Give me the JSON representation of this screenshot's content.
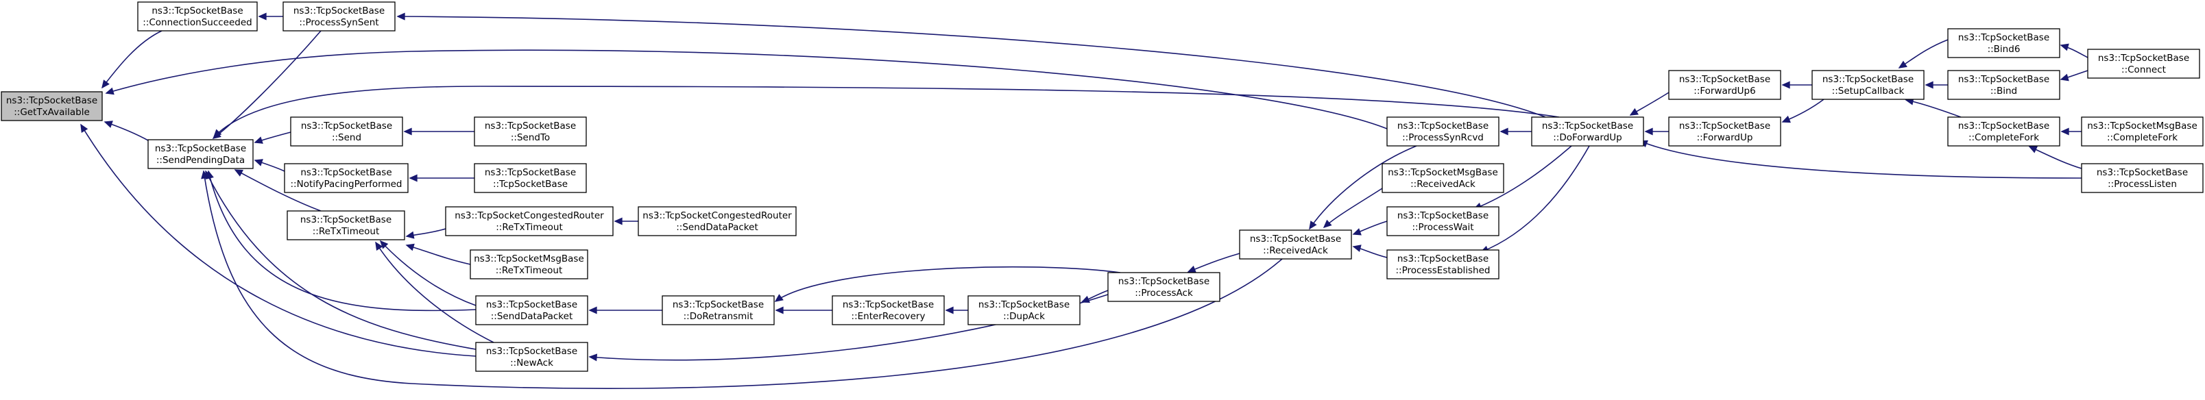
{
  "graph": {
    "edge_color": "#191970",
    "node_border_color": "#000000",
    "root_fill_color": "#bfbfbf",
    "node_fill_color": "#ffffff",
    "nodes": [
      {
        "id": "GetTxAvailable",
        "line1": "ns3::TcpSocketBase",
        "line2": "::GetTxAvailable",
        "root": true
      },
      {
        "id": "ConnectionSucceeded",
        "line1": "ns3::TcpSocketBase",
        "line2": "::ConnectionSucceeded"
      },
      {
        "id": "ProcessSynSent",
        "line1": "ns3::TcpSocketBase",
        "line2": "::ProcessSynSent"
      },
      {
        "id": "SendPendingData",
        "line1": "ns3::TcpSocketBase",
        "line2": "::SendPendingData"
      },
      {
        "id": "Send",
        "line1": "ns3::TcpSocketBase",
        "line2": "::Send"
      },
      {
        "id": "SendTo",
        "line1": "ns3::TcpSocketBase",
        "line2": "::SendTo"
      },
      {
        "id": "NotifyPacingPerformed",
        "line1": "ns3::TcpSocketBase",
        "line2": "::NotifyPacingPerformed"
      },
      {
        "id": "TcpSocketBaseCtor",
        "line1": "ns3::TcpSocketBase",
        "line2": "::TcpSocketBase"
      },
      {
        "id": "ReTxTimeout",
        "line1": "ns3::TcpSocketBase",
        "line2": "::ReTxTimeout"
      },
      {
        "id": "CRReTxTimeout",
        "line1": "ns3::TcpSocketCongestedRouter",
        "line2": "::ReTxTimeout"
      },
      {
        "id": "CRSendDataPacket",
        "line1": "ns3::TcpSocketCongestedRouter",
        "line2": "::SendDataPacket"
      },
      {
        "id": "MsgReTxTimeout",
        "line1": "ns3::TcpSocketMsgBase",
        "line2": "::ReTxTimeout"
      },
      {
        "id": "SendDataPacket",
        "line1": "ns3::TcpSocketBase",
        "line2": "::SendDataPacket"
      },
      {
        "id": "NewAck",
        "line1": "ns3::TcpSocketBase",
        "line2": "::NewAck"
      },
      {
        "id": "DoRetransmit",
        "line1": "ns3::TcpSocketBase",
        "line2": "::DoRetransmit"
      },
      {
        "id": "EnterRecovery",
        "line1": "ns3::TcpSocketBase",
        "line2": "::EnterRecovery"
      },
      {
        "id": "DupAck",
        "line1": "ns3::TcpSocketBase",
        "line2": "::DupAck"
      },
      {
        "id": "ProcessAck",
        "line1": "ns3::TcpSocketBase",
        "line2": "::ProcessAck"
      },
      {
        "id": "ReceivedAck",
        "line1": "ns3::TcpSocketBase",
        "line2": "::ReceivedAck"
      },
      {
        "id": "ProcessSynRcvd",
        "line1": "ns3::TcpSocketBase",
        "line2": "::ProcessSynRcvd"
      },
      {
        "id": "MsgReceivedAck",
        "line1": "ns3::TcpSocketMsgBase",
        "line2": "::ReceivedAck"
      },
      {
        "id": "ProcessWait",
        "line1": "ns3::TcpSocketBase",
        "line2": "::ProcessWait"
      },
      {
        "id": "ProcessEstablished",
        "line1": "ns3::TcpSocketBase",
        "line2": "::ProcessEstablished"
      },
      {
        "id": "DoForwardUp",
        "line1": "ns3::TcpSocketBase",
        "line2": "::DoForwardUp"
      },
      {
        "id": "ForwardUp6",
        "line1": "ns3::TcpSocketBase",
        "line2": "::ForwardUp6"
      },
      {
        "id": "ForwardUp",
        "line1": "ns3::TcpSocketBase",
        "line2": "::ForwardUp"
      },
      {
        "id": "SetupCallback",
        "line1": "ns3::TcpSocketBase",
        "line2": "::SetupCallback"
      },
      {
        "id": "Bind6",
        "line1": "ns3::TcpSocketBase",
        "line2": "::Bind6"
      },
      {
        "id": "Bind",
        "line1": "ns3::TcpSocketBase",
        "line2": "::Bind"
      },
      {
        "id": "CompleteFork",
        "line1": "ns3::TcpSocketBase",
        "line2": "::CompleteFork"
      },
      {
        "id": "Connect",
        "line1": "ns3::TcpSocketBase",
        "line2": "::Connect"
      },
      {
        "id": "MsgCompleteFork",
        "line1": "ns3::TcpSocketMsgBase",
        "line2": "::CompleteFork"
      },
      {
        "id": "ProcessListen",
        "line1": "ns3::TcpSocketBase",
        "line2": "::ProcessListen"
      }
    ],
    "edges": [
      {
        "from": "ConnectionSucceeded",
        "to": "GetTxAvailable"
      },
      {
        "from": "SendPendingData",
        "to": "GetTxAvailable"
      },
      {
        "from": "ProcessSynRcvd",
        "to": "GetTxAvailable"
      },
      {
        "from": "NewAck",
        "to": "GetTxAvailable"
      },
      {
        "from": "ProcessSynSent",
        "to": "ConnectionSucceeded"
      },
      {
        "from": "DoForwardUp",
        "to": "ProcessSynSent"
      },
      {
        "from": "ProcessSynSent",
        "to": "SendPendingData"
      },
      {
        "from": "DoForwardUp",
        "to": "SendPendingData"
      },
      {
        "from": "Send",
        "to": "SendPendingData"
      },
      {
        "from": "NotifyPacingPerformed",
        "to": "SendPendingData"
      },
      {
        "from": "ReTxTimeout",
        "to": "SendPendingData"
      },
      {
        "from": "SendDataPacket",
        "to": "SendPendingData"
      },
      {
        "from": "NewAck",
        "to": "SendPendingData"
      },
      {
        "from": "ReceivedAck",
        "to": "SendPendingData"
      },
      {
        "from": "SendTo",
        "to": "Send"
      },
      {
        "from": "TcpSocketBaseCtor",
        "to": "NotifyPacingPerformed"
      },
      {
        "from": "CRReTxTimeout",
        "to": "ReTxTimeout"
      },
      {
        "from": "MsgReTxTimeout",
        "to": "ReTxTimeout"
      },
      {
        "from": "SendDataPacket",
        "to": "ReTxTimeout"
      },
      {
        "from": "NewAck",
        "to": "ReTxTimeout"
      },
      {
        "from": "CRSendDataPacket",
        "to": "CRReTxTimeout"
      },
      {
        "from": "DoRetransmit",
        "to": "SendDataPacket"
      },
      {
        "from": "ProcessAck",
        "to": "NewAck"
      },
      {
        "from": "ProcessAck",
        "to": "DoRetransmit"
      },
      {
        "from": "EnterRecovery",
        "to": "DoRetransmit"
      },
      {
        "from": "DupAck",
        "to": "EnterRecovery"
      },
      {
        "from": "ProcessAck",
        "to": "DupAck"
      },
      {
        "from": "ReceivedAck",
        "to": "ProcessAck"
      },
      {
        "from": "ProcessSynRcvd",
        "to": "ReceivedAck"
      },
      {
        "from": "MsgReceivedAck",
        "to": "ReceivedAck"
      },
      {
        "from": "ProcessWait",
        "to": "ReceivedAck"
      },
      {
        "from": "ProcessEstablished",
        "to": "ReceivedAck"
      },
      {
        "from": "DoForwardUp",
        "to": "ProcessSynRcvd"
      },
      {
        "from": "DoForwardUp",
        "to": "ProcessWait"
      },
      {
        "from": "DoForwardUp",
        "to": "ProcessEstablished"
      },
      {
        "from": "ForwardUp6",
        "to": "DoForwardUp"
      },
      {
        "from": "ForwardUp",
        "to": "DoForwardUp"
      },
      {
        "from": "ProcessListen",
        "to": "DoForwardUp"
      },
      {
        "from": "SetupCallback",
        "to": "ForwardUp6"
      },
      {
        "from": "SetupCallback",
        "to": "ForwardUp"
      },
      {
        "from": "Bind6",
        "to": "SetupCallback"
      },
      {
        "from": "Bind",
        "to": "SetupCallback"
      },
      {
        "from": "CompleteFork",
        "to": "SetupCallback"
      },
      {
        "from": "Connect",
        "to": "Bind6"
      },
      {
        "from": "Connect",
        "to": "Bind"
      },
      {
        "from": "MsgCompleteFork",
        "to": "CompleteFork"
      },
      {
        "from": "ProcessListen",
        "to": "CompleteFork"
      }
    ]
  }
}
